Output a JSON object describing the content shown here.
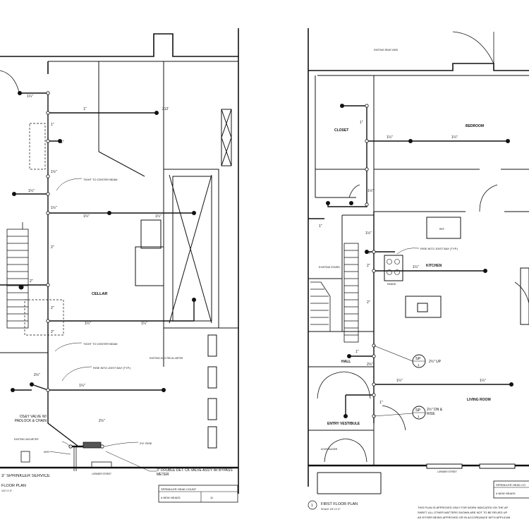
{
  "left_plan": {
    "title": "FLOOR PLAN",
    "scale": "1/4\"=1'-0\"",
    "room_label": "CELLAR",
    "notes": {
      "head_212": "212'",
      "tight_beam_top": "TIGHT TO CENTER BEAM",
      "tight_beam_bottom": "TIGHT TO CENTER BEAM",
      "rise_joist": "RISE INTO JOIST BAY (TYP.)",
      "electric_meter": "EXISTING ELECTRICAL METER",
      "gas_meter": "EXISTING GAS METER",
      "osy_valve": "OS&Y VALVE W/ PADLOCK & CHAIN",
      "rise_2_5": "2½\" RISE",
      "dim_2_5": "2½\"",
      "sprinkler_service": "3\" SPRINKLER SERVICE",
      "wts": "W/S",
      "double_check": "3\" DOUBLE DET. CK VALVE ASS'Y W/ BYPASS METER",
      "street": "LORIMER STREET"
    },
    "pipe_sizes": {
      "one_inch": "1\"",
      "one_quarter": "1¼\"",
      "one_half": "1½\"",
      "two_inch": "2\"",
      "two_half": "2½\"",
      "slash_one": "1\""
    },
    "head_count_title": "SPRINKLER HEAD COUNT",
    "head_count_row_label": "# NEW HEADS",
    "head_count_value": "11"
  },
  "right_plan": {
    "title": "FIRST FLOOR PLAN",
    "scale": "SCALE 1/4\"=1'-0\"",
    "detail_tag": "1",
    "rooms": {
      "closet": "CLOSET",
      "bedroom": "BEDROOM",
      "kitchen": "KITCHEN",
      "hall": "HALL",
      "living": "LIVING ROOM",
      "vestibule": "ENTRY VESTIBULE"
    },
    "notes": {
      "existing_rear_yard": "EXISTING REAR YARD",
      "existing_stairs": "EXISTING STAIRS",
      "rise_joist": "RISE INTO JOIST BAY (TYP.)",
      "ref": "REF",
      "range": "RANGE",
      "sp_up_size": "2½\" UP",
      "sp_dn_size": "2½\" DN & RISE",
      "door_buzzer": "DOOR BUZZER",
      "street": "LORIMER STREET"
    },
    "sp_tag": "SP",
    "sp_num": "1",
    "pipe_sizes": {
      "one_inch": "1\"",
      "one_quarter": "1¼\"",
      "one_half": "1½\"",
      "two_inch": "2\"",
      "two_half": "2½\""
    },
    "head_count_title": "SPRINKLER HEAD CO",
    "head_count_row_label": "# NEW HEADS",
    "disclaimer_1": "THIS PLAN IS APPROVED ONLY FOR WORK INDICATED ON THE AP",
    "disclaimer_2": "SHEET. ALL OTHER MATTERS SHOWN ARE NOT TO BE RELIED UP",
    "disclaimer_3": "AS EITHER BEING APPROVED OR IN ACCORDANCE WITH APPLICAB"
  },
  "colors": {
    "ink": "#111111",
    "paper": "#ffffff",
    "faint": "#bbbbbb"
  }
}
